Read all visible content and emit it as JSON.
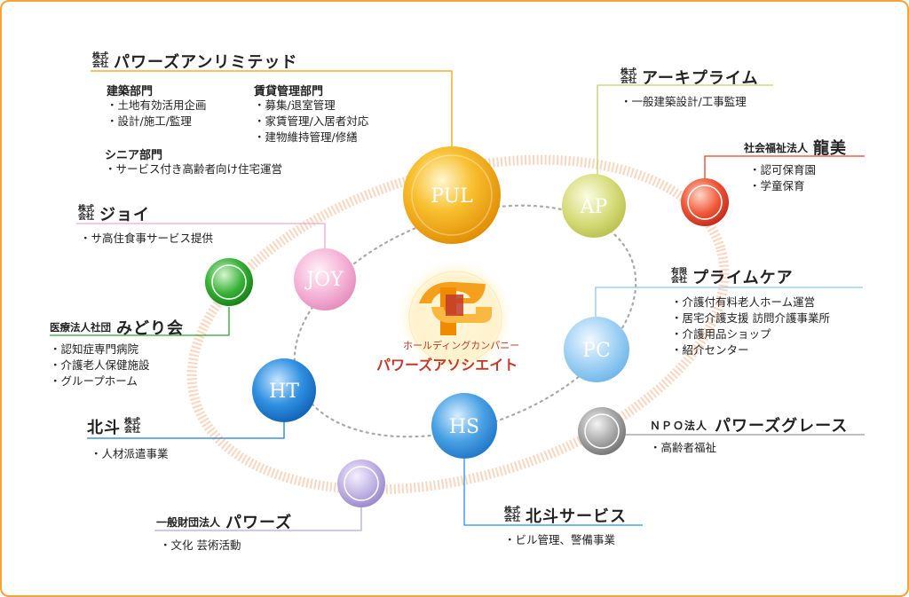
{
  "center": {
    "subtitle": "ホールディングカンパニー",
    "name": "パワーズアソシエイト"
  },
  "nodes": {
    "pul": "PUL",
    "ap": "AP",
    "joy": "JOY",
    "pc": "PC",
    "ht": "HT",
    "hs": "HS"
  },
  "colors": {
    "pul": "#f0a10a",
    "ap": "#c8cf6a",
    "joy": "#f2a8d0",
    "pc": "#8fc8f0",
    "ht": "#1a7fd8",
    "hs": "#2d8fd8",
    "ryubi": "#e8402a",
    "midori": "#2da52d",
    "graceful": "#9a9a9a",
    "powers": "#b8a8dc",
    "ring": "#f5c8a8"
  },
  "companies": {
    "unlimited": {
      "prefix": "株式会社",
      "name": "パワーズアンリミテッド",
      "dept_build": "建築部門",
      "build_items": [
        "・土地有効活用企画",
        "・設計/施工/監理"
      ],
      "dept_rent": "賃貸管理部門",
      "rent_items": [
        "・募集/退室管理",
        "・家賃管理/入居者対応",
        "・建物維持管理/修繕"
      ],
      "dept_senior": "シニア部門",
      "senior_items": [
        "・サービス付き高齢者向け住宅運営"
      ]
    },
    "joy": {
      "prefix": "株式会社",
      "name": "ジョイ",
      "items": [
        "・サ高住食事サービス提供"
      ]
    },
    "midori": {
      "prefix": "医療法人社団",
      "name": "みどり会",
      "items": [
        "・認知症専門病院",
        "・介護老人保健施設",
        "・グループホーム"
      ]
    },
    "hokuto": {
      "name": "北斗",
      "suffix": "株式会社",
      "items": [
        "・人材派遣事業"
      ]
    },
    "powers": {
      "prefix": "一般財団法人",
      "name": "パワーズ",
      "items": [
        "・文化 芸術活動"
      ]
    },
    "hokuto_service": {
      "prefix": "株式会社",
      "name": "北斗サービス",
      "items": [
        "・ビル管理、警備事業"
      ]
    },
    "graceful": {
      "prefix": "ＮＰＯ法人",
      "name": "パワーズグレース",
      "items": [
        "・高齢者福祉"
      ]
    },
    "primecare": {
      "prefix": "有限会社",
      "name": "プライムケア",
      "items": [
        "・介護付有料老人ホーム運営",
        "・居宅介護支援 訪問介護事業所",
        "・介護用品ショップ",
        "・紹介センター"
      ]
    },
    "ryubi": {
      "prefix": "社会福祉法人",
      "name": "龍美",
      "items": [
        "・認可保育園",
        "・学童保育"
      ]
    },
    "arche": {
      "prefix": "株式会社",
      "name": "アーキプライム",
      "items": [
        "・一般建築設計/工事監理"
      ]
    }
  }
}
